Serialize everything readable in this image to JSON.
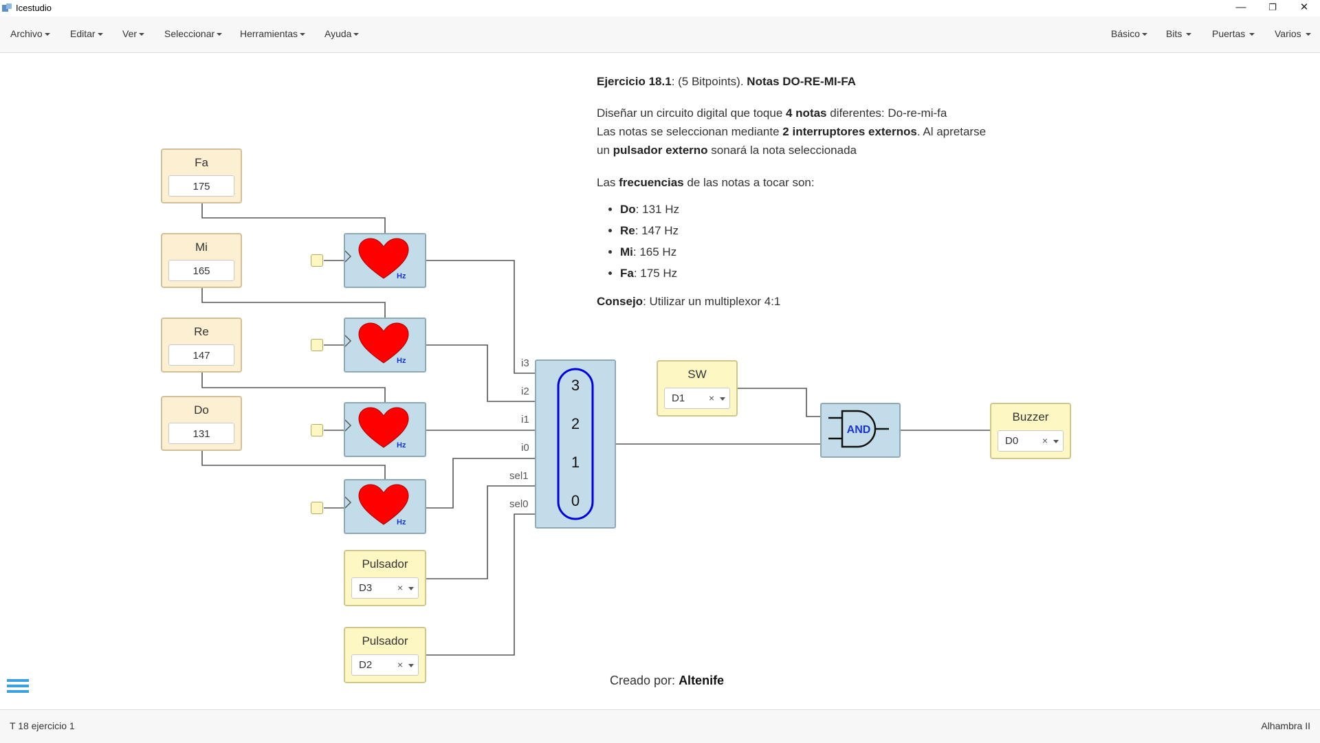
{
  "window": {
    "title": "Icestudio",
    "minimize": "—",
    "maximize": "❐",
    "close": "✕"
  },
  "menu": {
    "left": [
      "Archivo",
      "Editar",
      "Ver",
      "Seleccionar",
      "Herramientas",
      "Ayuda"
    ],
    "right": [
      "Básico",
      "Bits",
      "Puertas",
      "Varios"
    ]
  },
  "constants": [
    {
      "label": "Fa",
      "value": "175"
    },
    {
      "label": "Mi",
      "value": "165"
    },
    {
      "label": "Re",
      "value": "147"
    },
    {
      "label": "Do",
      "value": "131"
    }
  ],
  "heart_block_unit": "Hz",
  "mux": {
    "inputs": [
      "i3",
      "i2",
      "i1",
      "i0",
      "sel1",
      "sel0"
    ],
    "numbers": [
      "3",
      "2",
      "1",
      "0"
    ]
  },
  "inputs": [
    {
      "label": "Pulsador",
      "pin": "D3",
      "clear": "×"
    },
    {
      "label": "Pulsador",
      "pin": "D2",
      "clear": "×"
    },
    {
      "label": "SW",
      "pin": "D1",
      "clear": "×"
    }
  ],
  "and_gate": {
    "label": "AND"
  },
  "output": {
    "label": "Buzzer",
    "pin": "D0",
    "clear": "×"
  },
  "notes": {
    "title_bold": "Ejercicio 18.1",
    "title_mid": ": (5 Bitpoints). ",
    "title_bold2": "Notas DO-RE-MI-FA",
    "p1_a": "Diseñar un circuito digital que toque ",
    "p1_b": "4 notas",
    "p1_c": " diferentes: Do-re-mi-fa",
    "p1_d": "Las notas se seleccionan mediante ",
    "p1_e": "2 interruptores externos",
    "p1_f": ". Al apretarse",
    "p1_g": "un ",
    "p1_h": "pulsador externo",
    "p1_i": " sonará la nota seleccionada",
    "p2_a": "Las ",
    "p2_b": "frecuencias",
    "p2_c": " de las notas a tocar son:",
    "list": [
      {
        "name": "Do",
        "value": ": 131 Hz"
      },
      {
        "name": "Re",
        "value": ": 147 Hz"
      },
      {
        "name": "Mi",
        "value": ": 165 Hz"
      },
      {
        "name": "Fa",
        "value": ": 175 Hz"
      }
    ],
    "tip_b": "Consejo",
    "tip": ": Utilizar un multiplexor 4:1"
  },
  "credit": {
    "prefix": "Creado por: ",
    "author": "Altenife"
  },
  "status": {
    "file": "T 18 ejercicio 1",
    "board": "Alhambra II"
  },
  "colors": {
    "block_blue": "#c2dde9",
    "constant": "#fcefd2",
    "io": "#fdf7c4",
    "heart": "#ff0000",
    "mux_outline": "#0000e0"
  }
}
